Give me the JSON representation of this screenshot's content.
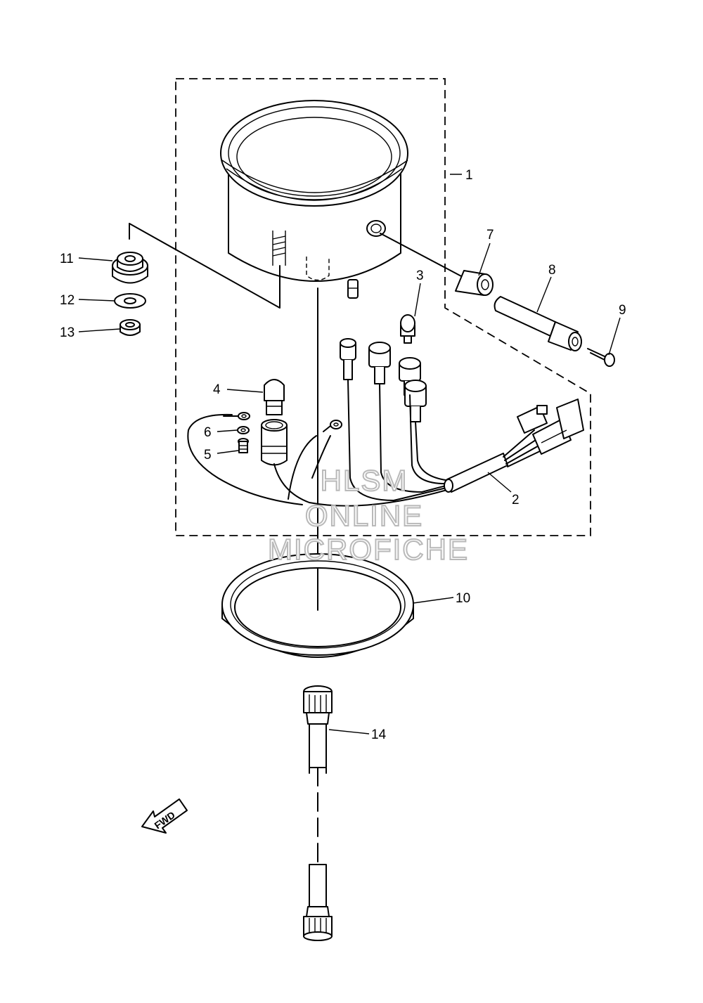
{
  "callouts": {
    "c1": "1",
    "c2": "2",
    "c3": "3",
    "c4": "4",
    "c5": "5",
    "c6": "6",
    "c7": "7",
    "c8": "8",
    "c9": "9",
    "c10": "10",
    "c11": "11",
    "c12": "12",
    "c13": "13",
    "c14": "14"
  },
  "direction_label": "FWD",
  "watermark": {
    "line1": "HLSM",
    "line2": "ONLINE",
    "line3": "MICROFICHE"
  },
  "colors": {
    "ink": "#000000",
    "paper": "#ffffff",
    "watermark_outline": "#b9b9b9"
  }
}
